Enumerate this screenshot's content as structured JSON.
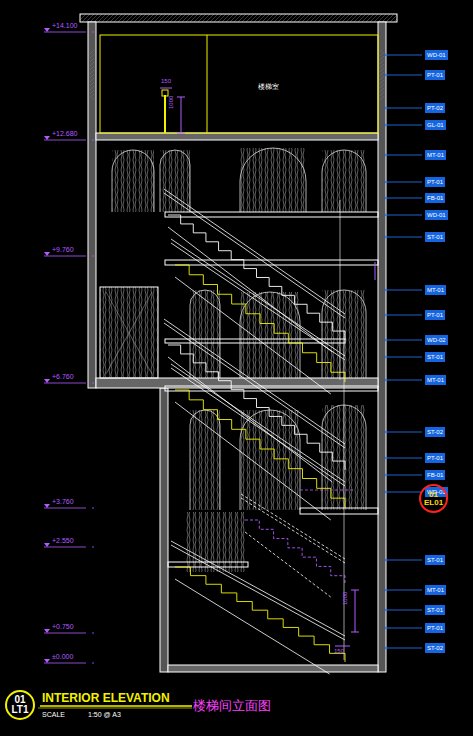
{
  "diagram": {
    "title": "INTERIOR ELEVATION",
    "caption": "楼梯间立面图",
    "nodes": [
      {
        "text": [
          "WD-01"
        ]
      },
      {
        "text": [
          "PT-01"
        ]
      },
      {
        "text": [
          "PT-02"
        ]
      },
      {
        "text": [
          "GL-01"
        ]
      },
      {
        "text": [
          "MT-01"
        ]
      },
      {
        "text": [
          "PT-01"
        ]
      },
      {
        "text": [
          "FB-01"
        ]
      },
      {
        "text": [
          "WD-01"
        ]
      },
      {
        "text": [
          "ST-01"
        ]
      },
      {
        "text": [
          "MT-01"
        ]
      },
      {
        "text": [
          "PT-01"
        ]
      },
      {
        "text": [
          "WD-02"
        ]
      },
      {
        "text": [
          "ST-01"
        ]
      },
      {
        "text": [
          "MT-01"
        ]
      },
      {
        "text": [
          "ST-02"
        ]
      },
      {
        "text": [
          "PT-01"
        ]
      },
      {
        "text": [
          "FB-01"
        ]
      },
      {
        "text": [
          "WD-01"
        ]
      },
      {
        "text": [
          "ST-01"
        ]
      },
      {
        "text": [
          "MT-01"
        ]
      },
      {
        "text": [
          "ST-01"
        ]
      },
      {
        "text": [
          "PT-01"
        ]
      },
      {
        "text": [
          "ST-02"
        ]
      },
      {
        "text": [
          "01",
          "EL01"
        ]
      },
      {
        "text": [
          "01",
          "LT1"
        ]
      }
    ],
    "labels": [
      "+14.100",
      "+12.680",
      "+9.760",
      "+6.760",
      "+3.760",
      "+2.550",
      "+0.750",
      "±0.000",
      "楼梯室",
      "150",
      "1000",
      "150",
      "1000",
      "SCALE",
      "1:50 @ A3"
    ]
  }
}
